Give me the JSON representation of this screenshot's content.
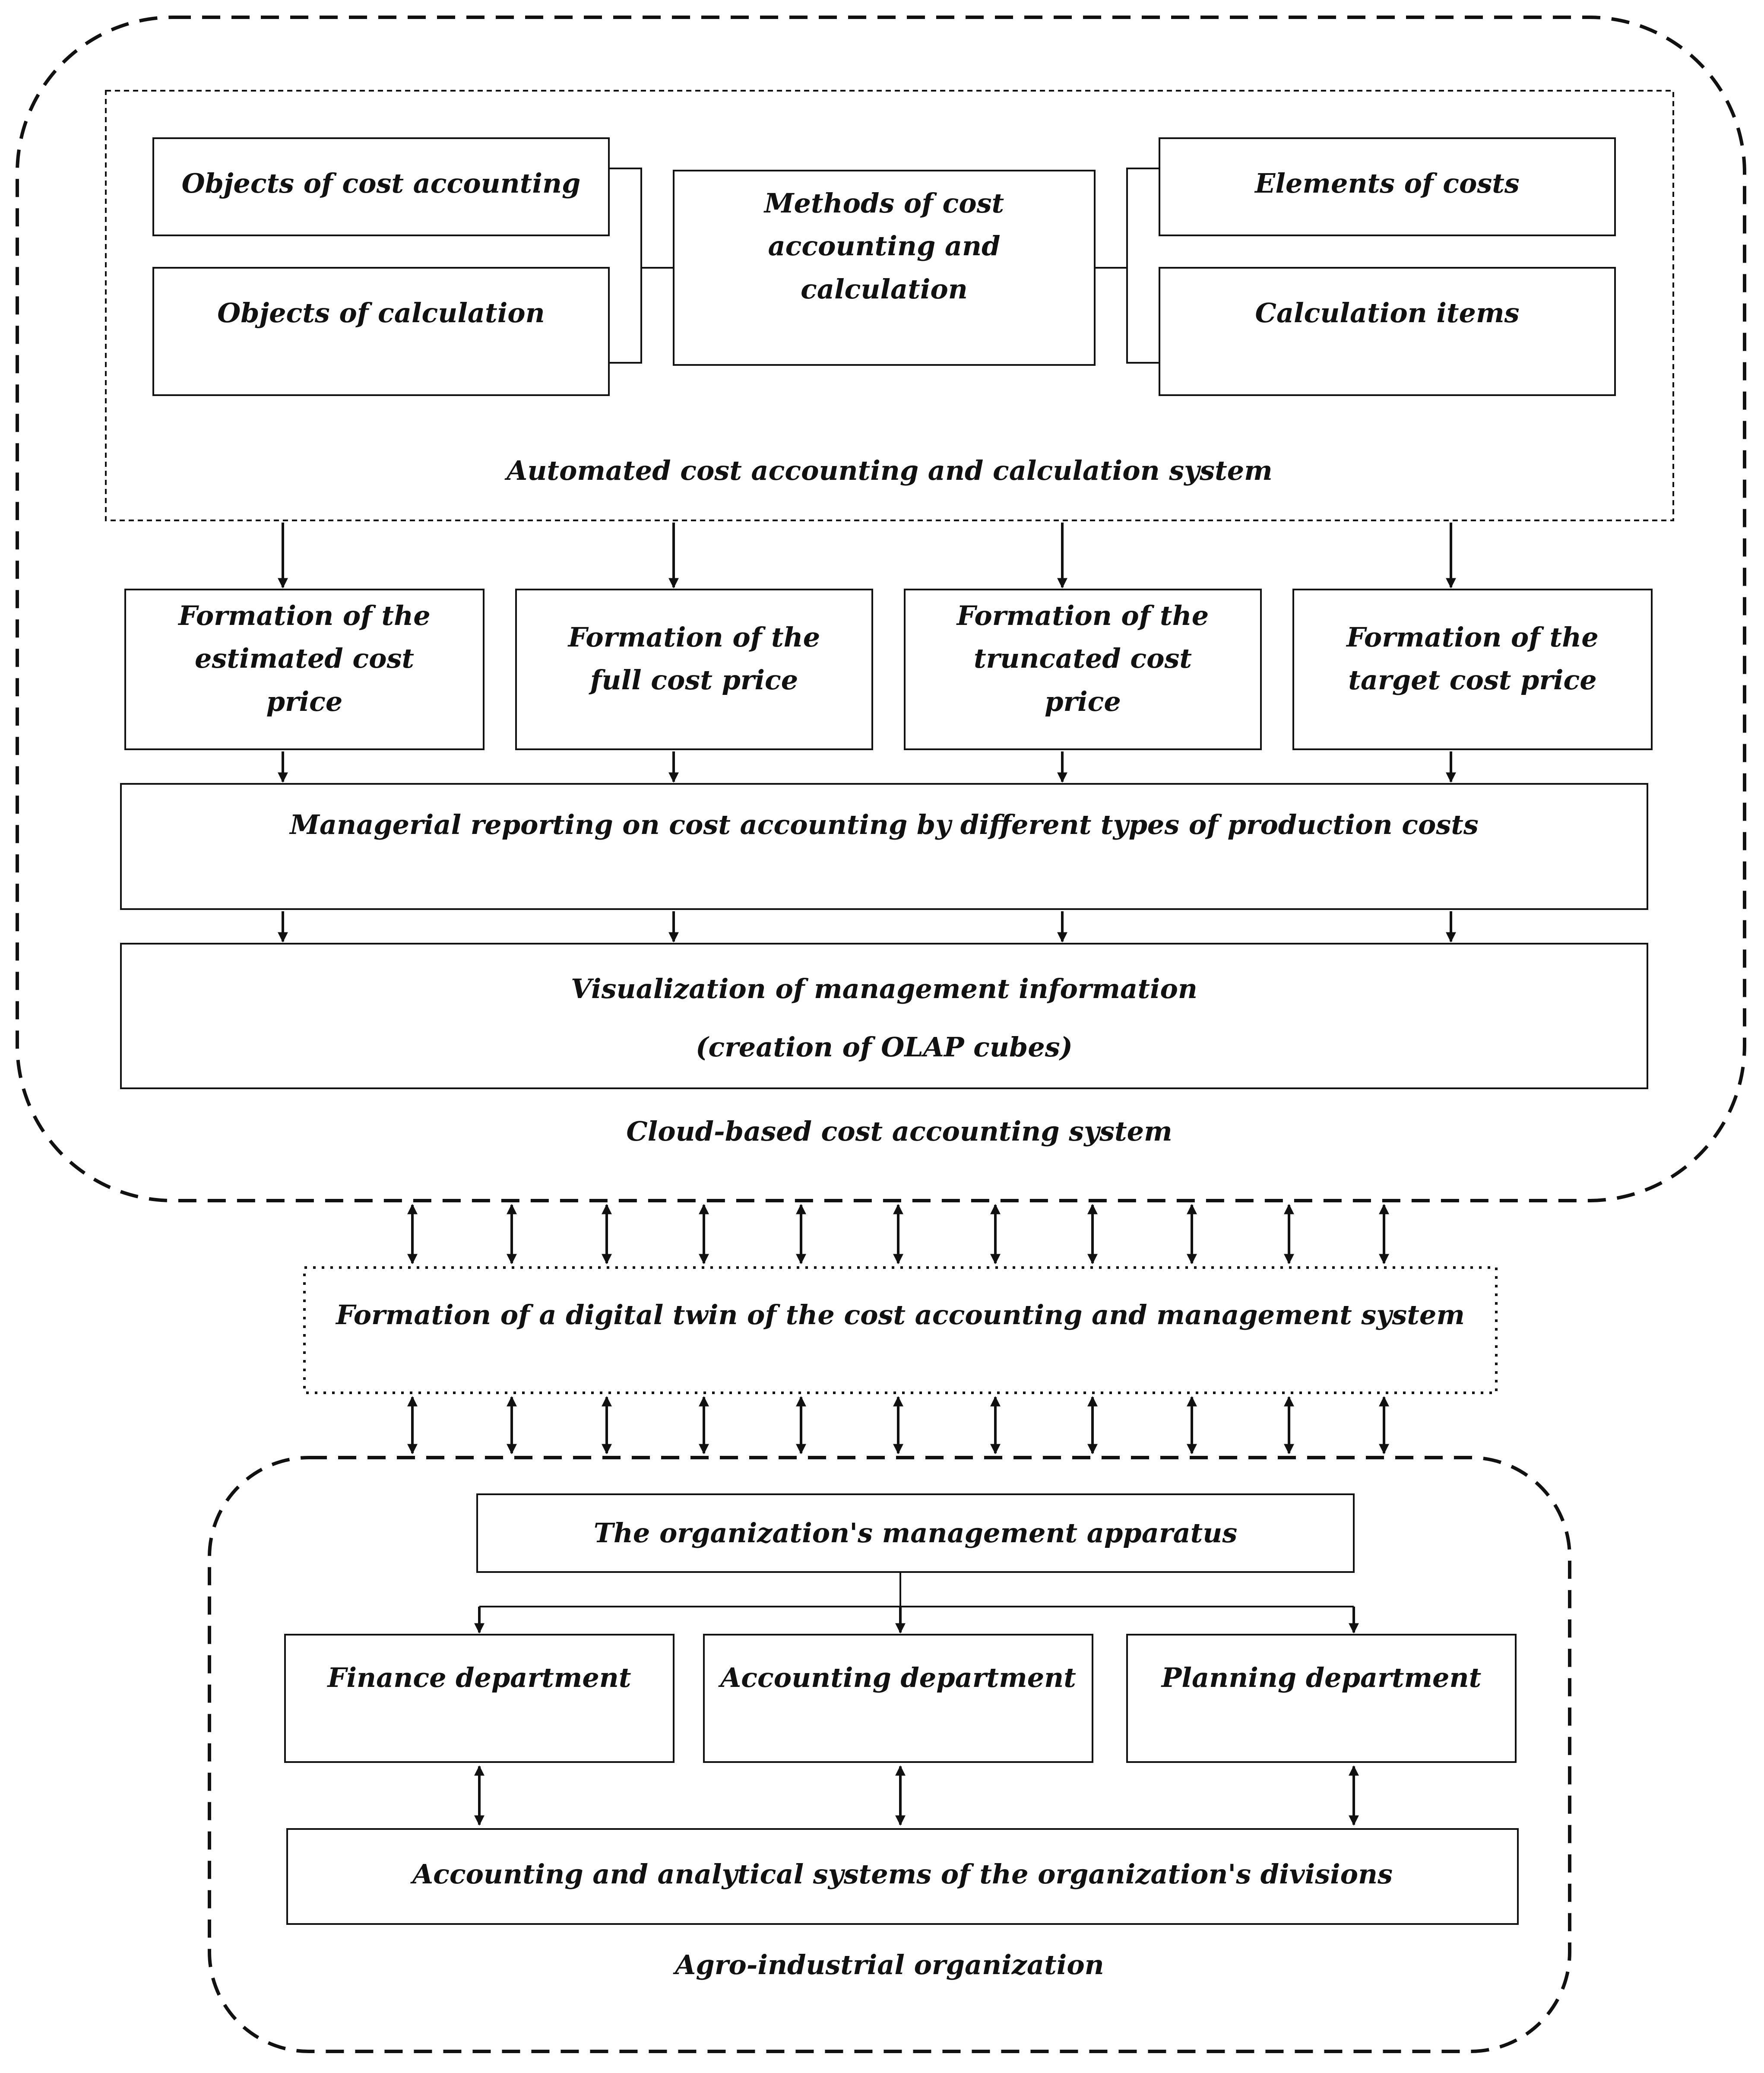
{
  "regions": {
    "cloud": "Cloud-based cost accounting system",
    "automated": "Automated cost accounting and calculation system",
    "twin": "Formation of a digital twin of the cost accounting and management system",
    "agro": "Agro-industrial organization"
  },
  "automated_system": {
    "objects_cost_accounting": "Objects of cost accounting",
    "objects_calculation": "Objects of calculation",
    "methods": "Methods of cost accounting and calculation",
    "elements_of_costs": "Elements of costs",
    "calculation_items": "Calculation items"
  },
  "cost_price_formation": [
    "Formation of the estimated cost price",
    "Formation of the full cost price",
    "Formation of the truncated cost price",
    "Formation of the target cost price"
  ],
  "managerial_reporting": "Managerial reporting on cost accounting by different types of production costs",
  "visualization": {
    "line1": "Visualization of management information",
    "line2": "(creation of OLAP cubes)"
  },
  "organization": {
    "management_apparatus": "The organization's management apparatus",
    "departments": [
      "Finance department",
      "Accounting department",
      "Planning department"
    ],
    "divisions_systems": "Accounting and analytical systems of the organization's divisions"
  },
  "colors": {
    "stroke": "#111111",
    "background": "#ffffff"
  }
}
